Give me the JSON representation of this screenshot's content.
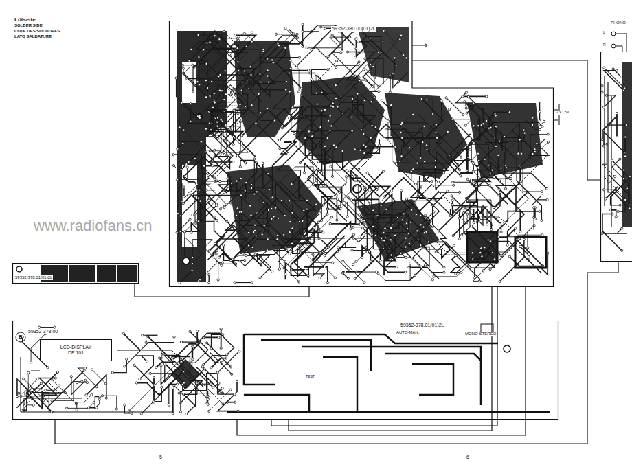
{
  "diagram": {
    "title": "Lötseite",
    "nodes": [
      {
        "text": [
          "59352-380.00(01)2L"
        ]
      },
      {
        "text": [
          "59352-378.01(01)2L"
        ]
      },
      {
        "text": [
          "59352-378.00",
          "59352-378.01(01)2L"
        ]
      },
      {
        "text": [
          "LCD-DISPLAY",
          "DP 101"
        ],
        "in": 2
      },
      {
        "text": [
          "PHONO"
        ]
      }
    ],
    "edges": [
      {
        "from": 1,
        "to": 0,
        "arrow": "none"
      },
      {
        "from": 0,
        "to": 4,
        "arrow": "none"
      },
      {
        "from": 2,
        "to": 0,
        "arrow": "none"
      },
      {
        "from": 2,
        "to": 0,
        "arrow": "none"
      },
      {
        "from": 2,
        "to": 0,
        "arrow": "none"
      },
      {
        "from": 2,
        "to": 4,
        "arrow": "none"
      }
    ],
    "labels": [
      "SOLDER SIDE",
      "COTE DES SOUDURES",
      "LATO SALDATURE",
      "www.radiofans.cn",
      "2 x 1,5V",
      "B",
      "AUTO-MAN.",
      "MONO-STEREO",
      "TEST",
      "L",
      "R",
      "5",
      "6"
    ]
  }
}
